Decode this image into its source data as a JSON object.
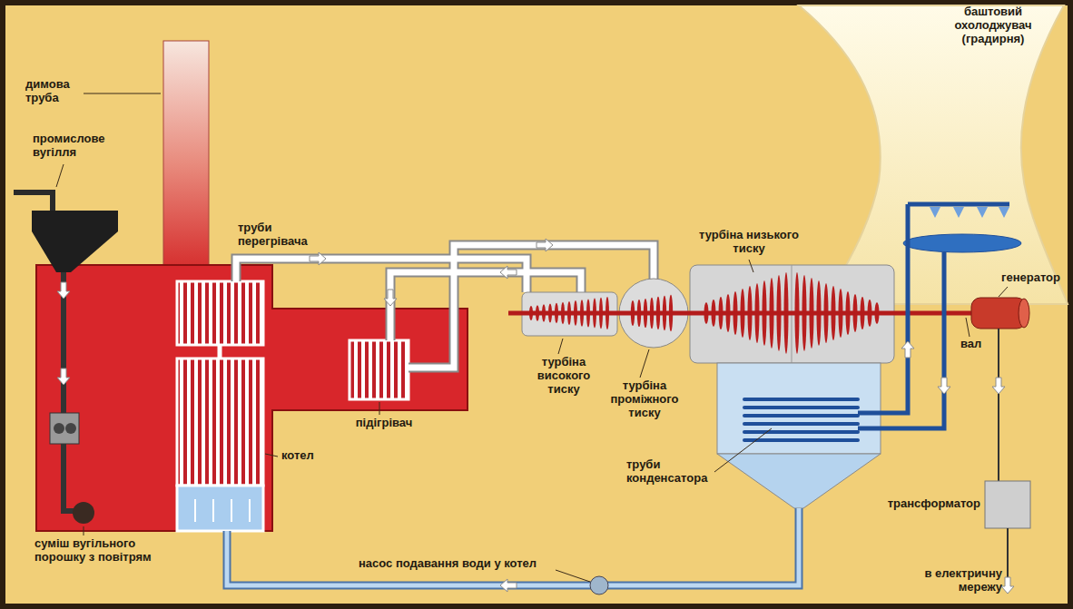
{
  "diagram": {
    "labels": [
      "баштовий охолоджувач (градирня)",
      "димова труба",
      "промислове вугілля",
      "труби перегрівача",
      "турбіна низького тиску",
      "генератор",
      "вал",
      "турбіна високого тиску",
      "турбіна проміжного тиску",
      "підігрівач",
      "котел",
      "труби конденсатора",
      "трансформатор",
      "насос подавання води у котел",
      "суміш вугільного порошку з повітрям",
      "в електричну мережу"
    ]
  }
}
